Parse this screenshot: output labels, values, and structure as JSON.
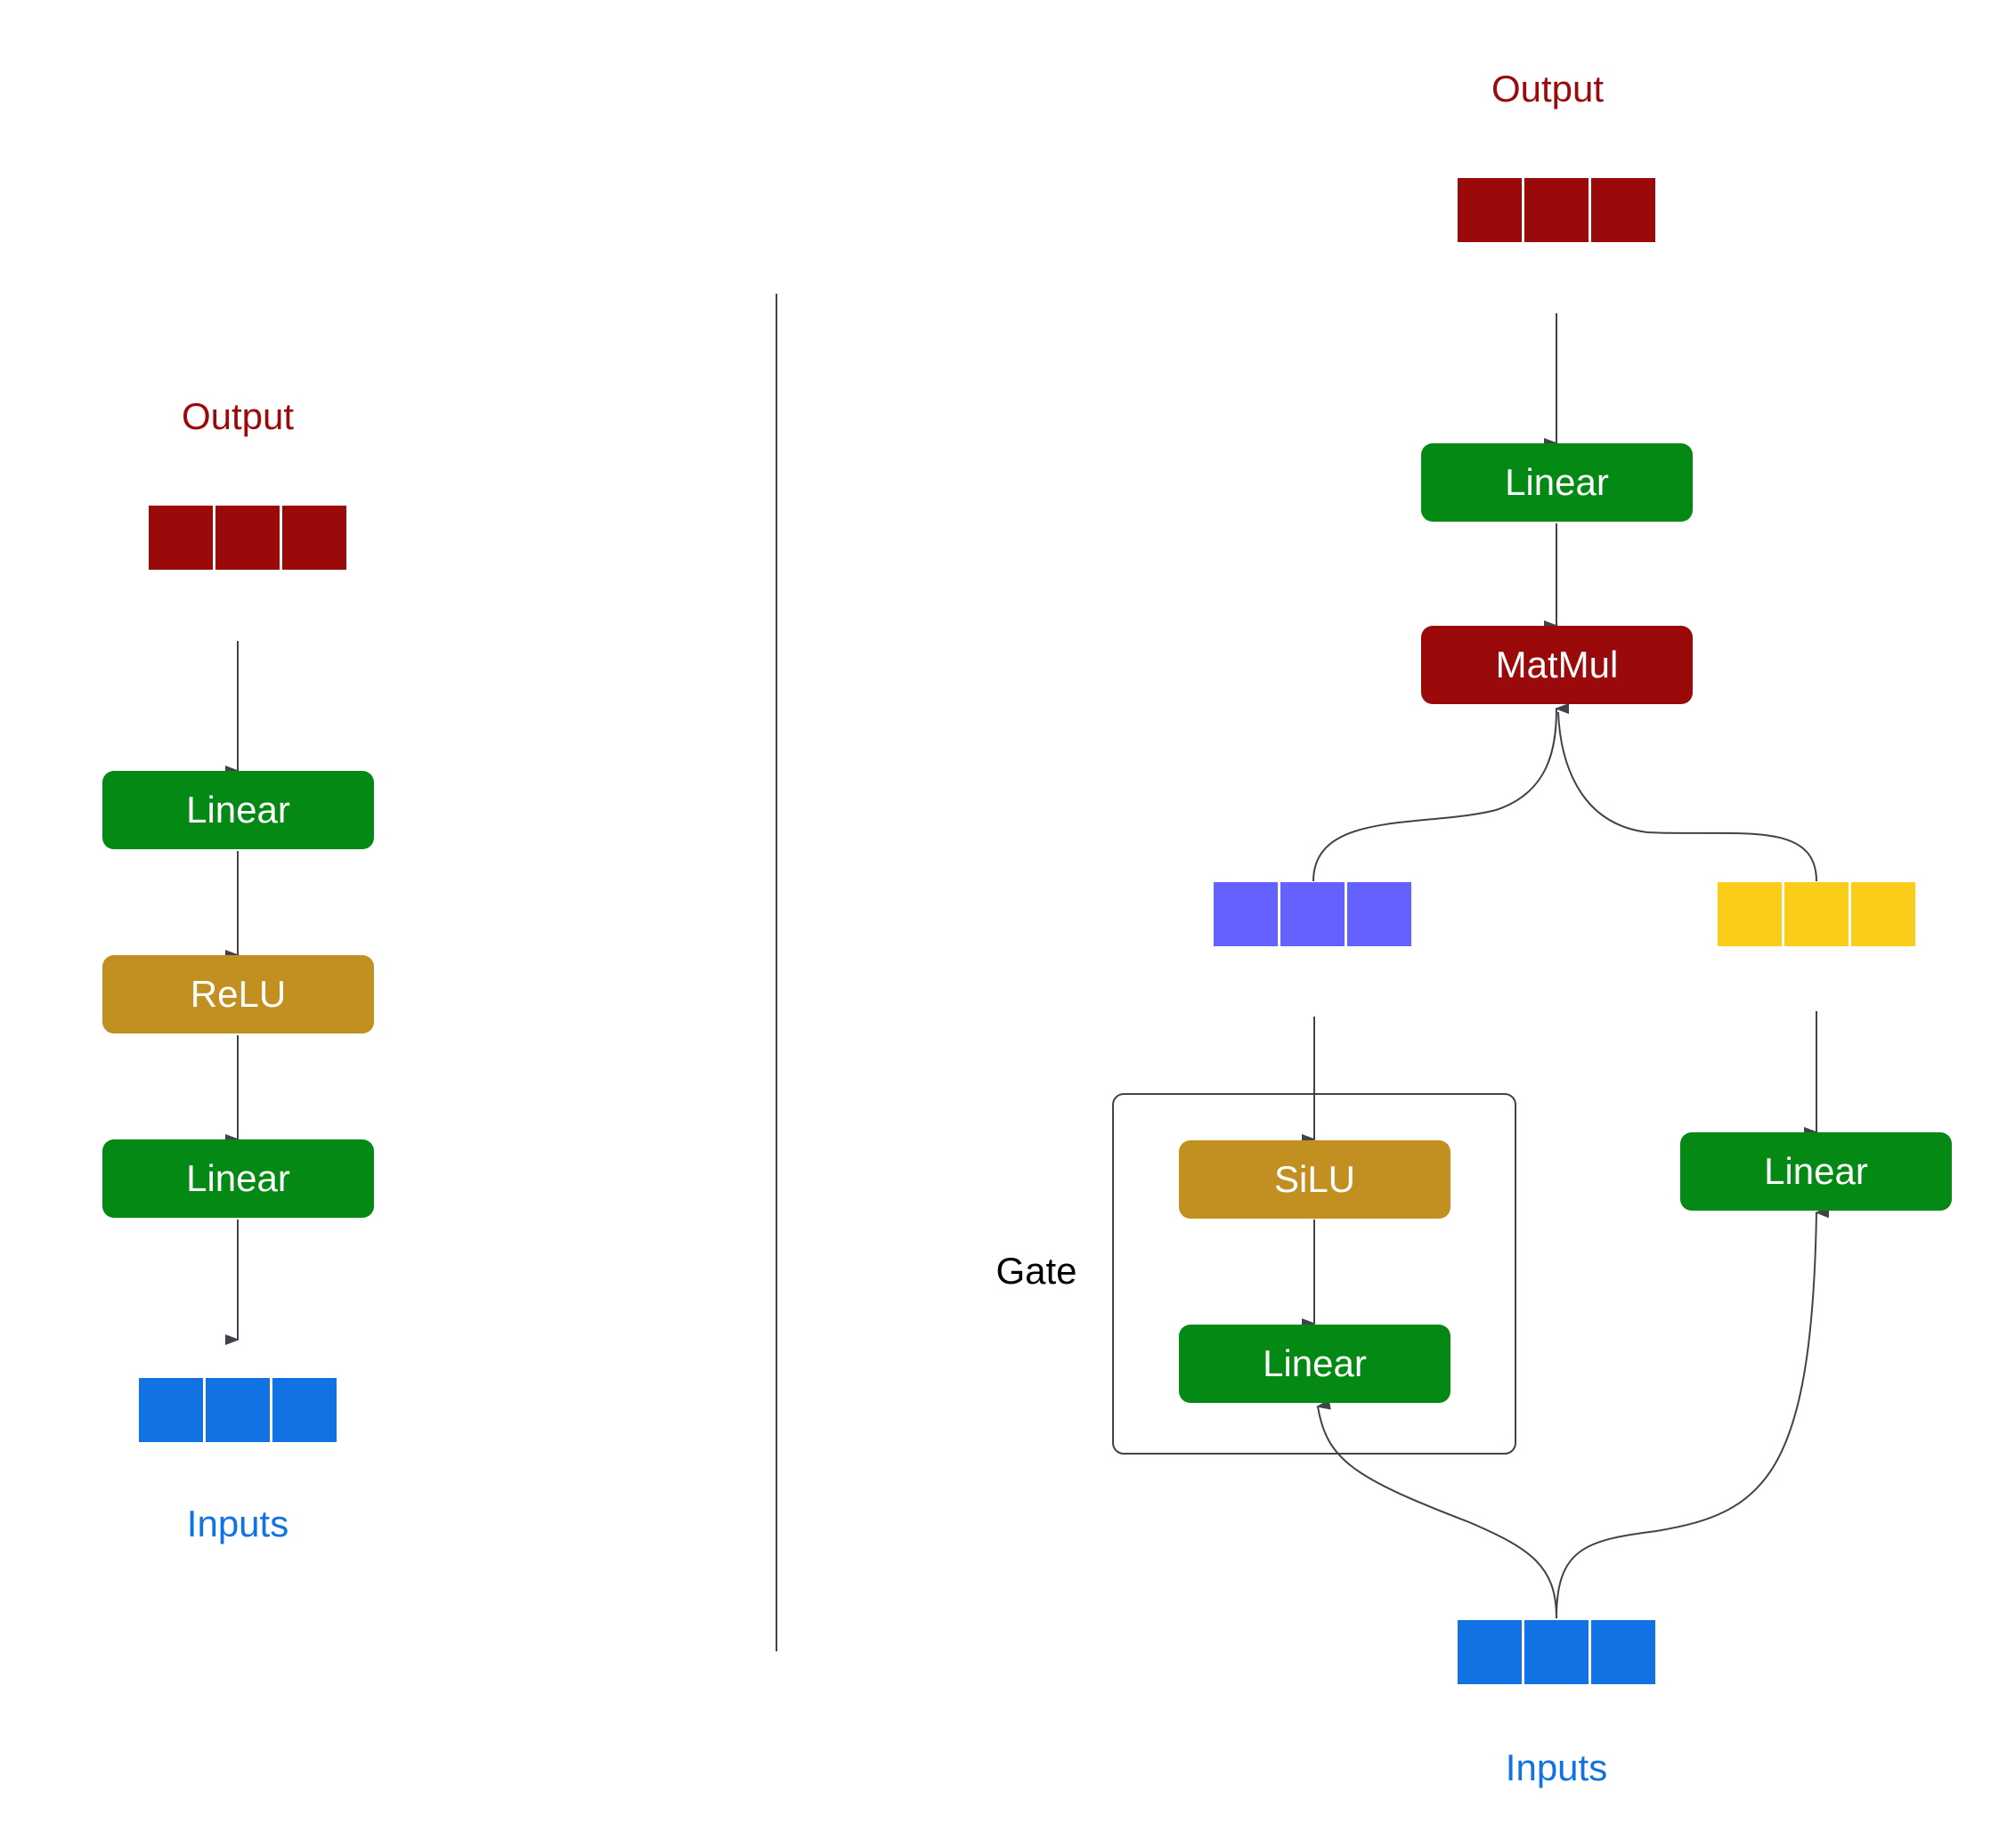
{
  "colors": {
    "linear": "#048a14",
    "activation": "#c28f21",
    "matmul": "#9b0a0a",
    "output": "#9b0a0a",
    "inputs": "#1173e3",
    "gate_branch": "#6561ff",
    "up_branch": "#fbcd18",
    "line": "#3f434a"
  },
  "left": {
    "output_label": "Output",
    "inputs_label": "Inputs",
    "layers": [
      {
        "name": "linear-top",
        "label": "Linear",
        "kind": "linear"
      },
      {
        "name": "relu",
        "label": "ReLU",
        "kind": "activation"
      },
      {
        "name": "linear-bottom",
        "label": "Linear",
        "kind": "linear"
      }
    ]
  },
  "right": {
    "output_label": "Output",
    "inputs_label": "Inputs",
    "gate_label": "Gate",
    "linear_out_label": "Linear",
    "matmul_label": "MatMul",
    "silu_label": "SiLU",
    "gate_linear_label": "Linear",
    "up_linear_label": "Linear"
  }
}
